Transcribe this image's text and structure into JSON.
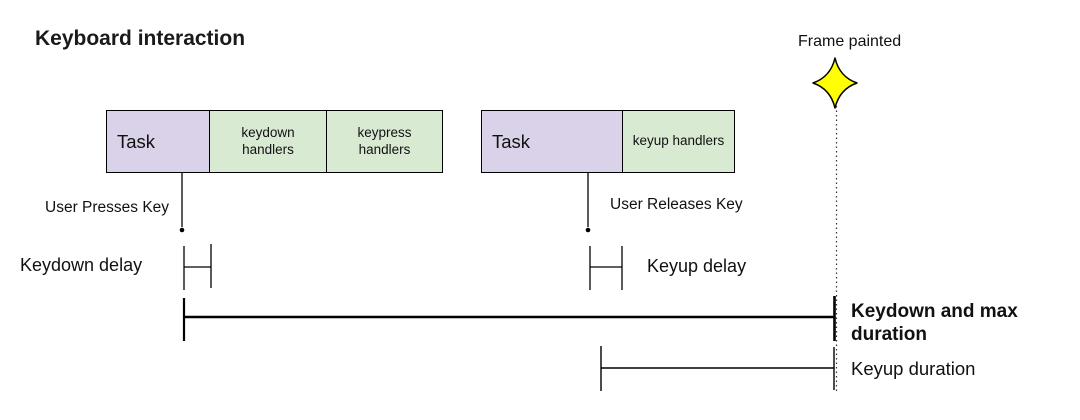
{
  "title": "Keyboard interaction",
  "frame_painted_label": "Frame painted",
  "keydown_group": {
    "task_label": "Task",
    "handler1_label": "keydown handlers",
    "handler2_label": "keypress handlers"
  },
  "keyup_group": {
    "task_label": "Task",
    "handler_label": "keyup handlers"
  },
  "annotations": {
    "user_presses": "User Presses Key",
    "user_releases": "User Releases Key",
    "keydown_delay": "Keydown delay",
    "keyup_delay": "Keyup delay",
    "keydown_duration": "Keydown and max duration",
    "keyup_duration": "Keyup duration"
  },
  "colors": {
    "task_fill": "#d9d2e9",
    "handler_fill": "#d9ead3",
    "star_fill": "#ffff00",
    "line_color": "#000000"
  }
}
